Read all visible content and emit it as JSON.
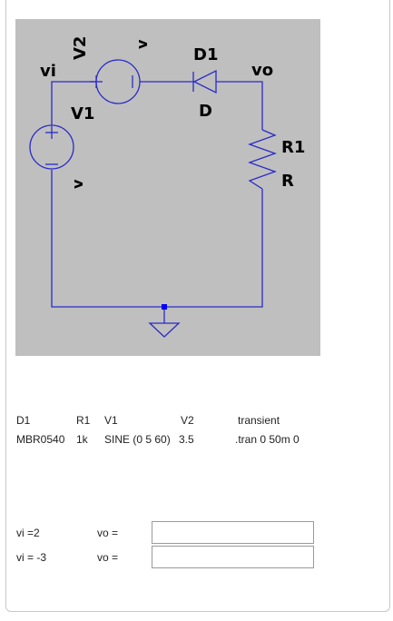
{
  "schematic": {
    "labels": {
      "vi": "vi",
      "v2_name": "V2",
      "v2_value": "v",
      "d1_name": "D1",
      "d1_value": "D",
      "vo": "vo",
      "v1_name": "V1",
      "v1_value": "v",
      "r1_name": "R1",
      "r1_value": "R"
    },
    "colors": {
      "wire": "#2a2ac8",
      "background": "#bfbfbf",
      "node": "#0000ff"
    }
  },
  "params": {
    "d1_header": "D1",
    "d1_value": "MBR0540",
    "r1_header": "R1",
    "r1_value": "1k",
    "v1_header": "V1",
    "v1_value": "SINE (0 5 60)",
    "v2_header": "V2",
    "v2_value": "3.5",
    "analysis_header": "transient",
    "analysis_value": ".tran 0 50m 0"
  },
  "questions": [
    {
      "condition": "vi =2",
      "label": "vo =",
      "answer": ""
    },
    {
      "condition": "vi  = -3",
      "label": "vo =",
      "answer": ""
    }
  ]
}
